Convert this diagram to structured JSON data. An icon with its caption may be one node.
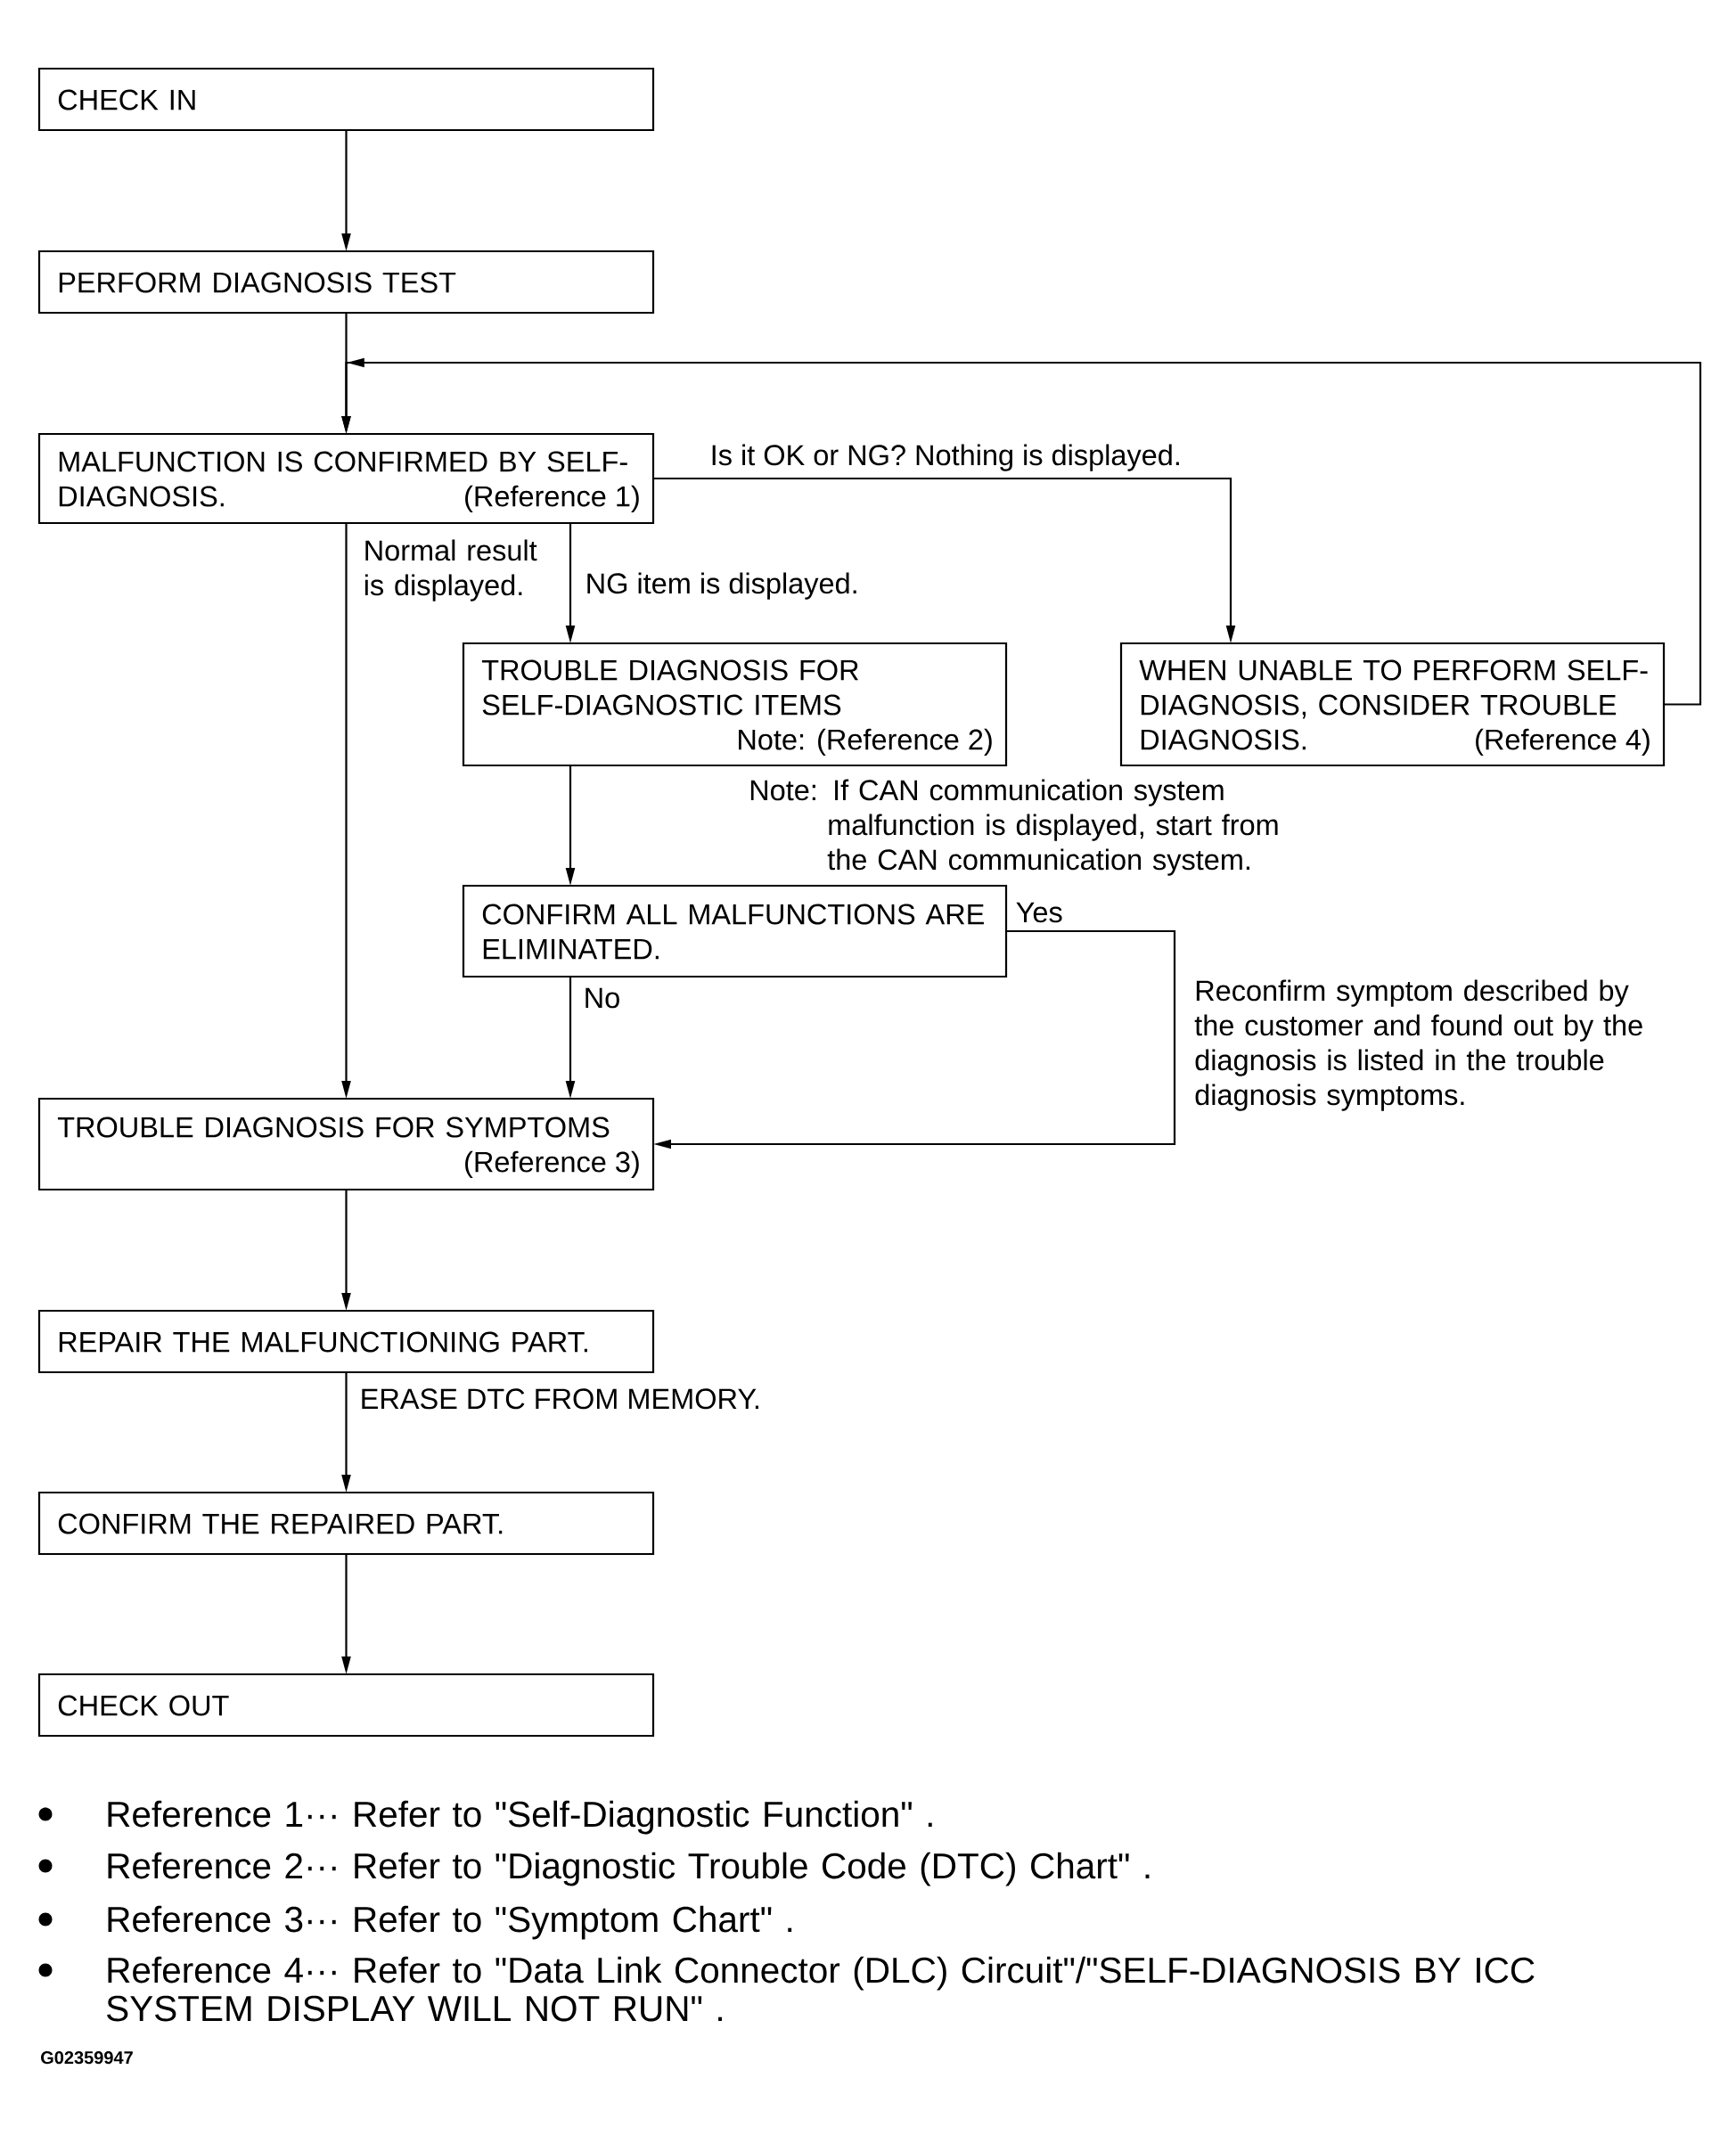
{
  "diagram": {
    "nodes": [
      {
        "text": [
          "CHECK IN"
        ]
      },
      {
        "text": [
          "PERFORM DIAGNOSIS TEST"
        ]
      },
      {
        "text": [
          "MALFUNCTION IS CONFIRMED BY SELF-DIAGNOSIS.",
          "(Reference 1)"
        ]
      },
      {
        "text": [
          "TROUBLE DIAGNOSIS FOR SELF-DIAGNOSTIC ITEMS",
          "Note: (Reference 2)"
        ]
      },
      {
        "text": [
          "WHEN UNABLE TO PERFORM SELF-DIAGNOSIS, CONSIDER TROUBLE DIAGNOSIS.",
          "(Reference 4)"
        ]
      },
      {
        "text": [
          "CONFIRM ALL MALFUNCTIONS ARE ELIMINATED."
        ]
      },
      {
        "text": [
          "TROUBLE DIAGNOSIS FOR SYMPTOMS",
          "(Reference 3)"
        ]
      },
      {
        "text": [
          "REPAIR THE MALFUNCTIONING PART."
        ]
      },
      {
        "text": [
          "CONFIRM THE REPAIRED PART."
        ]
      },
      {
        "text": [
          "CHECK OUT"
        ]
      }
    ],
    "edges": [
      {
        "from": 0,
        "to": 1,
        "arrow": "to"
      },
      {
        "from": 1,
        "to": 2,
        "arrow": "to"
      },
      {
        "from": 2,
        "to": 4,
        "arrow": "to",
        "label": "Is it OK or NG? Nothing is displayed."
      },
      {
        "from": 4,
        "to": 2,
        "arrow": "to"
      },
      {
        "from": 2,
        "to": 3,
        "arrow": "to",
        "label": "NG item is displayed."
      },
      {
        "from": 2,
        "to": 6,
        "arrow": "to",
        "label": "Normal result is displayed."
      },
      {
        "from": 3,
        "to": 5,
        "arrow": "to"
      },
      {
        "from": 5,
        "to": 6,
        "arrow": "to",
        "label": "No"
      },
      {
        "from": 5,
        "to": 6,
        "arrow": "to",
        "label": "Yes"
      },
      {
        "from": 6,
        "to": 7,
        "arrow": "to"
      },
      {
        "from": 7,
        "to": 8,
        "arrow": "to",
        "label": "ERASE DTC FROM MEMORY."
      },
      {
        "from": 8,
        "to": 9,
        "arrow": "to"
      }
    ],
    "labels": [
      "Note: If CAN communication system malfunction is displayed, start from the CAN communication system.",
      "Reconfirm symptom described by the customer and found out by the diagnosis is listed in the trouble diagnosis symptoms.",
      "Reference 1··· Refer to \"Self-Diagnostic Function\" .",
      "Reference 2··· Refer to \"Diagnostic Trouble Code (DTC) Chart\" .",
      "Reference 3··· Refer to \"Symptom Chart\" .",
      "Reference 4··· Refer to \"Data Link Connector (DLC) Circuit\"/\"SELF-DIAGNOSIS BY ICC SYSTEM DISPLAY WILL NOT RUN\" .",
      "G02359947"
    ]
  }
}
